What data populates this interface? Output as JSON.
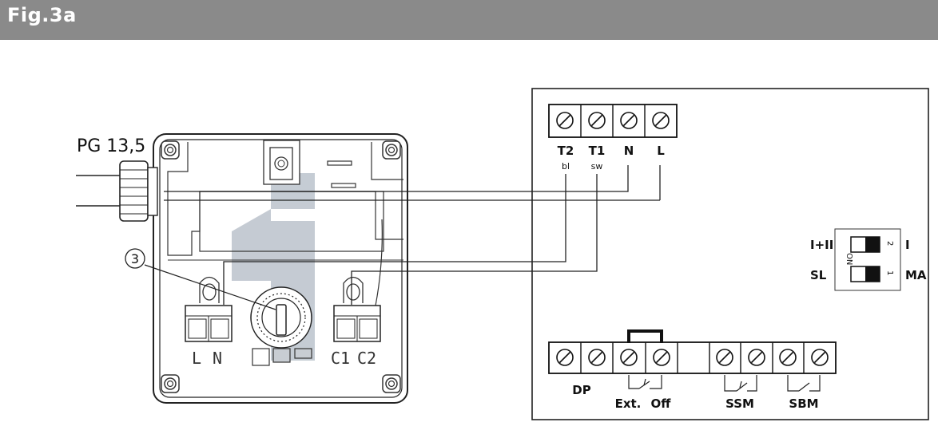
{
  "figure": {
    "title": "Fig.3a"
  },
  "cable_label": "PG 13,5",
  "callout": "3",
  "module": {
    "terminals": [
      "L",
      "N",
      "C1",
      "C2"
    ]
  },
  "top_block": {
    "terminals": [
      {
        "name": "T2",
        "sub": "bl"
      },
      {
        "name": "T1",
        "sub": "sw"
      },
      {
        "name": "N",
        "sub": ""
      },
      {
        "name": "L",
        "sub": ""
      }
    ]
  },
  "dip_switch": {
    "left_top": "I+II",
    "left_bottom": "SL",
    "right_top": "I",
    "right_bottom": "MA",
    "on_label": "ON",
    "num_top": "2",
    "num_bottom": "1"
  },
  "bottom_block": {
    "labels": {
      "dp": "DP",
      "ext": "Ext.",
      "off": "Off",
      "ssm": "SSM",
      "sbm": "SBM"
    }
  }
}
